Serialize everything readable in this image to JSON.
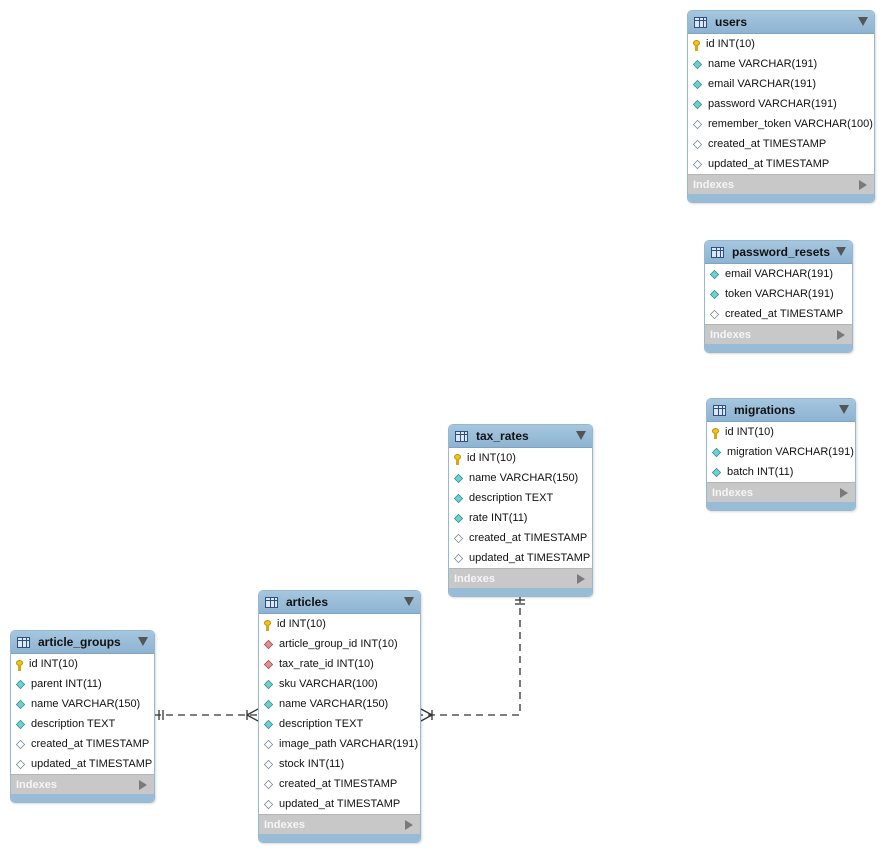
{
  "tables": {
    "users": {
      "name": "users",
      "columns": [
        {
          "label": "id INT(10)",
          "icon": "key-icon"
        },
        {
          "label": "name VARCHAR(191)",
          "icon": "column-filled-icon"
        },
        {
          "label": "email VARCHAR(191)",
          "icon": "column-filled-icon"
        },
        {
          "label": "password VARCHAR(191)",
          "icon": "column-filled-icon"
        },
        {
          "label": "remember_token VARCHAR(100)",
          "icon": "column-nullable-icon"
        },
        {
          "label": "created_at TIMESTAMP",
          "icon": "column-nullable-icon"
        },
        {
          "label": "updated_at TIMESTAMP",
          "icon": "column-nullable-icon"
        }
      ],
      "indexes_label": "Indexes"
    },
    "password_resets": {
      "name": "password_resets",
      "columns": [
        {
          "label": "email VARCHAR(191)",
          "icon": "column-filled-icon"
        },
        {
          "label": "token VARCHAR(191)",
          "icon": "column-filled-icon"
        },
        {
          "label": "created_at TIMESTAMP",
          "icon": "column-nullable-icon"
        }
      ],
      "indexes_label": "Indexes"
    },
    "migrations": {
      "name": "migrations",
      "columns": [
        {
          "label": "id INT(10)",
          "icon": "key-icon"
        },
        {
          "label": "migration VARCHAR(191)",
          "icon": "column-filled-icon"
        },
        {
          "label": "batch INT(11)",
          "icon": "column-filled-icon"
        }
      ],
      "indexes_label": "Indexes"
    },
    "tax_rates": {
      "name": "tax_rates",
      "columns": [
        {
          "label": "id INT(10)",
          "icon": "key-icon"
        },
        {
          "label": "name VARCHAR(150)",
          "icon": "column-filled-icon"
        },
        {
          "label": "description TEXT",
          "icon": "column-filled-icon"
        },
        {
          "label": "rate INT(11)",
          "icon": "column-filled-icon"
        },
        {
          "label": "created_at TIMESTAMP",
          "icon": "column-nullable-icon"
        },
        {
          "label": "updated_at TIMESTAMP",
          "icon": "column-nullable-icon"
        }
      ],
      "indexes_label": "Indexes"
    },
    "articles": {
      "name": "articles",
      "columns": [
        {
          "label": "id INT(10)",
          "icon": "key-icon"
        },
        {
          "label": "article_group_id INT(10)",
          "icon": "foreign-key-icon"
        },
        {
          "label": "tax_rate_id INT(10)",
          "icon": "foreign-key-icon"
        },
        {
          "label": "sku VARCHAR(100)",
          "icon": "column-filled-icon"
        },
        {
          "label": "name VARCHAR(150)",
          "icon": "column-filled-icon"
        },
        {
          "label": "description TEXT",
          "icon": "column-filled-icon"
        },
        {
          "label": "image_path VARCHAR(191)",
          "icon": "column-nullable-icon"
        },
        {
          "label": "stock INT(11)",
          "icon": "column-nullable-icon"
        },
        {
          "label": "created_at TIMESTAMP",
          "icon": "column-nullable-icon"
        },
        {
          "label": "updated_at TIMESTAMP",
          "icon": "column-nullable-icon"
        }
      ],
      "indexes_label": "Indexes"
    },
    "article_groups": {
      "name": "article_groups",
      "columns": [
        {
          "label": "id INT(10)",
          "icon": "key-icon"
        },
        {
          "label": "parent INT(11)",
          "icon": "column-filled-icon"
        },
        {
          "label": "name VARCHAR(150)",
          "icon": "column-filled-icon"
        },
        {
          "label": "description TEXT",
          "icon": "column-filled-icon"
        },
        {
          "label": "created_at TIMESTAMP",
          "icon": "column-nullable-icon"
        },
        {
          "label": "updated_at TIMESTAMP",
          "icon": "column-nullable-icon"
        }
      ],
      "indexes_label": "Indexes"
    }
  },
  "relationships": [
    {
      "from": "article_groups",
      "to": "articles",
      "type": "one-to-many"
    },
    {
      "from": "tax_rates",
      "to": "articles",
      "type": "one-to-many"
    }
  ],
  "colors": {
    "header": "#98bcd6",
    "indexes_bar": "#c8c8c8",
    "key": "#f4c514",
    "column": "#6dd0d0",
    "foreign_key": "#e39090",
    "relationship_line": "#333333"
  }
}
